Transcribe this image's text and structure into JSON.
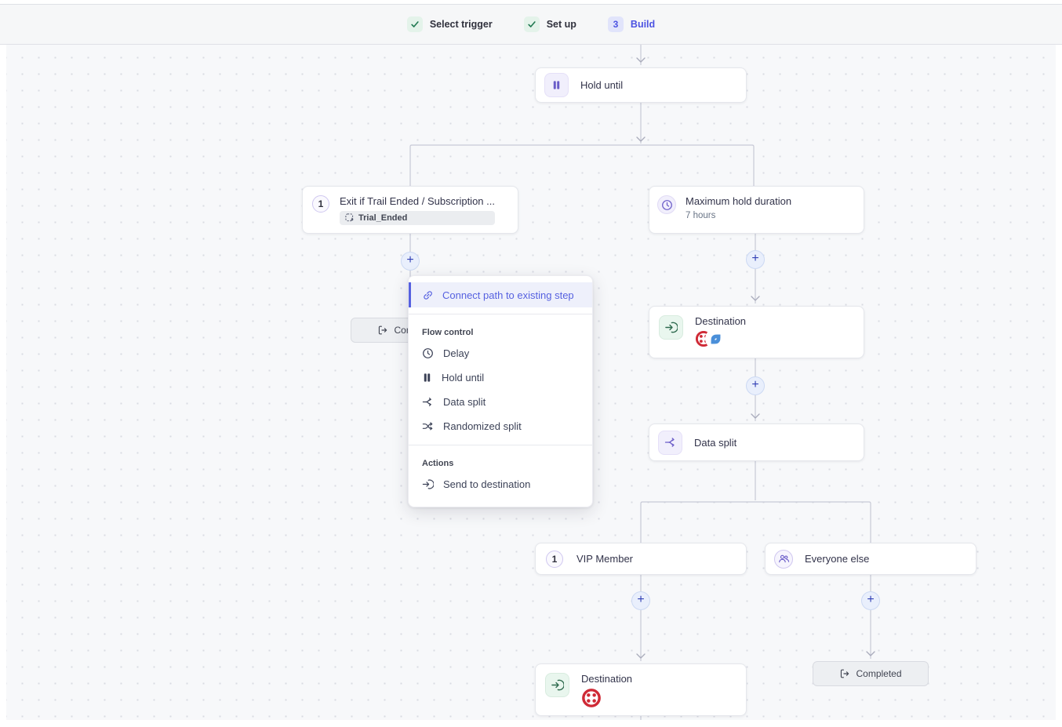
{
  "topbar": {
    "steps": [
      {
        "label": "Select trigger",
        "status": "done"
      },
      {
        "label": "Set up",
        "status": "done"
      },
      {
        "label": "Build",
        "status": "current",
        "number": "3"
      }
    ]
  },
  "nodes": {
    "hold_until": {
      "title": "Hold until"
    },
    "exit_rule": {
      "number": "1",
      "title": "Exit if Trail Ended / Subscription ...",
      "tag": "Trial_Ended"
    },
    "max_hold": {
      "title": "Maximum hold duration",
      "subtitle": "7 hours"
    },
    "completed_hidden": {
      "label": "Completed"
    },
    "destination_hold": {
      "title": "Destination"
    },
    "data_split": {
      "title": "Data split"
    },
    "vip": {
      "number": "1",
      "title": "VIP Member"
    },
    "everyone_else": {
      "title": "Everyone else"
    },
    "destination_vip": {
      "title": "Destination"
    },
    "completed_else": {
      "label": "Completed"
    }
  },
  "add_menu": {
    "connect_label": "Connect path to existing step",
    "flow_control_header": "Flow control",
    "items": {
      "delay": "Delay",
      "hold_until": "Hold until",
      "data_split": "Data split",
      "randomized_split": "Randomized split"
    },
    "actions_header": "Actions",
    "send_to_destination": "Send to destination"
  },
  "plus_label": "+",
  "colors": {
    "accent_purple": "#5661e0",
    "icon_purple": "#6a5cc8",
    "check_green": "#217a52",
    "dest_green": "#2e6a4e",
    "twilio_red": "#cf2a36",
    "logo_blue": "#4a8fd9",
    "connector": "#c7c9d6"
  }
}
